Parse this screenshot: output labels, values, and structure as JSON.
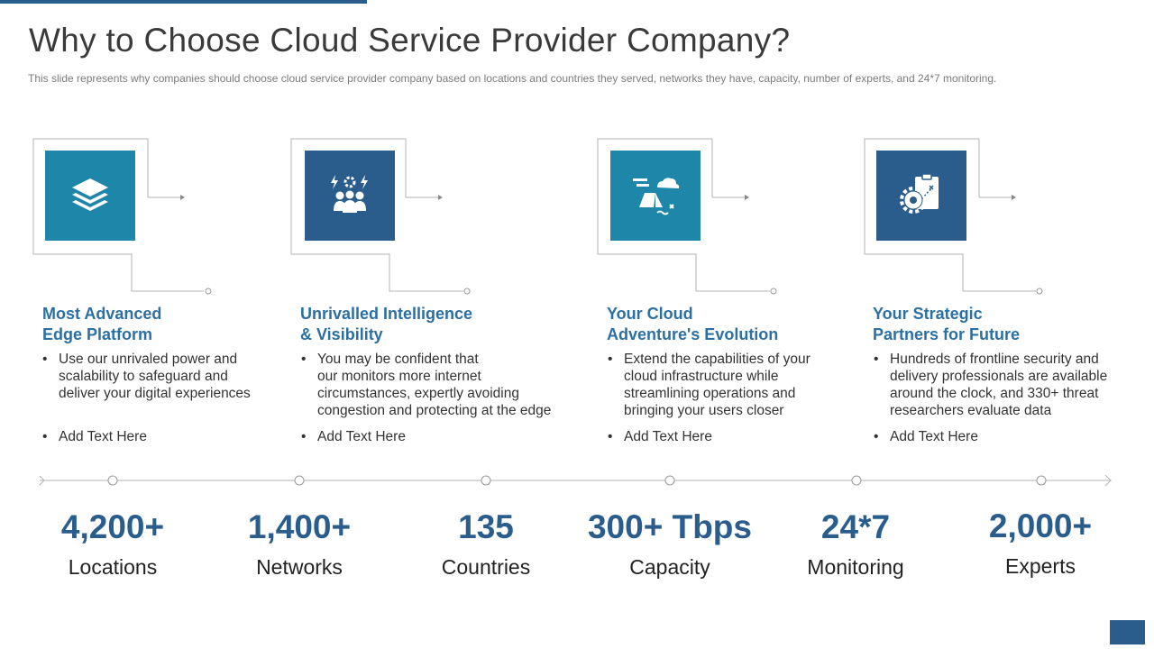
{
  "slide": {
    "title": "Why to Choose Cloud Service Provider Company?",
    "subtitle": "This slide represents why companies should choose cloud service provider  company based on locations and countries they served,  networks they have,  capacity, number of experts, and 24*7 monitoring."
  },
  "colors": {
    "primary": "#2a5d8c",
    "teal": "#1e86a8",
    "heading": "#2b6fa3"
  },
  "features": [
    {
      "icon": "stacked-layers-icon",
      "title1": "Most Advanced",
      "title2": "Edge Platform",
      "bullet1": [
        "Use our unrivaled power and",
        "scalability to safeguard and",
        "deliver your digital experiences"
      ],
      "bullet2": "Add Text Here"
    },
    {
      "icon": "team-gears-icon",
      "title1": "Unrivalled Intelligence",
      "title2": "& Visibility",
      "bullet1": [
        "You may be confident that",
        "our monitors more internet",
        "circumstances, expertly avoiding",
        "congestion and protecting at the edge"
      ],
      "bullet2": "Add Text Here"
    },
    {
      "icon": "cloud-adventure-icon",
      "title1": "Your Cloud",
      "title2": "Adventure's Evolution",
      "bullet1": [
        "Extend the capabilities of your",
        "cloud infrastructure  while",
        "streamlining operations and",
        "bringing your users closer"
      ],
      "bullet2": "Add Text Here"
    },
    {
      "icon": "strategy-clipboard-icon",
      "title1": "Your Strategic",
      "title2": "Partners for Future",
      "bullet1": [
        "Hundreds of frontline security and",
        "delivery professionals are available",
        "around the clock, and 330+ threat",
        "researchers evaluate data"
      ],
      "bullet2": "Add Text Here"
    }
  ],
  "stats": [
    {
      "value": "4,200+",
      "label": "Locations"
    },
    {
      "value": "1,400+",
      "label": "Networks"
    },
    {
      "value": "135",
      "label": "Countries"
    },
    {
      "value": "300+ Tbps",
      "label": "Capacity"
    },
    {
      "value": "24*7",
      "label": "Monitoring"
    },
    {
      "value": "2,000+",
      "label": "Experts"
    }
  ]
}
